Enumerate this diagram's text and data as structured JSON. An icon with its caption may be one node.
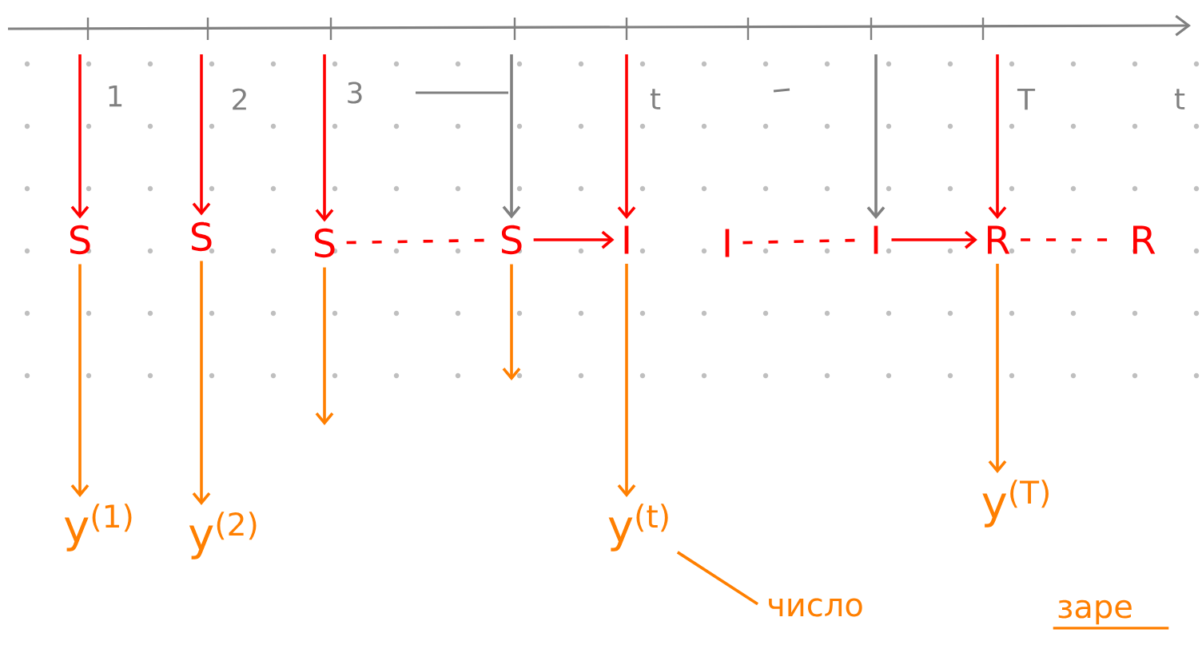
{
  "diagram": {
    "nodes": [
      {
        "text": [
          "S"
        ]
      },
      {
        "text": [
          "S"
        ]
      },
      {
        "text": [
          "S"
        ]
      },
      {
        "text": [
          "S"
        ]
      },
      {
        "text": [
          "I"
        ]
      },
      {
        "text": [
          "I"
        ]
      },
      {
        "text": [
          "I"
        ]
      },
      {
        "text": [
          "R"
        ]
      },
      {
        "text": [
          "R"
        ]
      },
      {
        "text": [
          "y$^{(1)}$"
        ]
      },
      {
        "text": [
          "y$^{(2)}$"
        ]
      },
      {
        "text": [
          "y$^{(t)}$"
        ]
      },
      {
        "text": [
          "y$^{(T)}$"
        ]
      },
      {
        "text": [
          "число"
        ]
      },
      {
        "text": [
          "заре"
        ]
      }
    ],
    "edges": [
      {
        "from": null,
        "to": 0,
        "arrow": "to",
        "color": "#ff0000"
      },
      {
        "from": null,
        "to": 1,
        "arrow": "to",
        "color": "#ff0000"
      },
      {
        "from": null,
        "to": 2,
        "arrow": "to",
        "color": "#ff0000"
      },
      {
        "from": null,
        "to": 3,
        "arrow": "to",
        "color": "#808080"
      },
      {
        "from": null,
        "to": 4,
        "arrow": "to",
        "color": "#ff0000"
      },
      {
        "from": null,
        "to": 6,
        "arrow": "to",
        "color": "#808080"
      },
      {
        "from": null,
        "to": 7,
        "arrow": "to",
        "color": "#ff0000"
      },
      {
        "from": 2,
        "to": 3,
        "arrow": "none",
        "style": "dashed",
        "color": "#ff0000"
      },
      {
        "from": 3,
        "to": 4,
        "arrow": "to",
        "color": "#ff0000"
      },
      {
        "from": 5,
        "to": 6,
        "arrow": "none",
        "style": "dashed",
        "color": "#ff0000"
      },
      {
        "from": 6,
        "to": 7,
        "arrow": "to",
        "color": "#ff0000"
      },
      {
        "from": 7,
        "to": 8,
        "arrow": "none",
        "style": "dashed",
        "color": "#ff0000"
      },
      {
        "from": 0,
        "to": 9,
        "arrow": "to",
        "color": "#ff7f00"
      },
      {
        "from": 1,
        "to": 10,
        "arrow": "to",
        "color": "#ff7f00"
      },
      {
        "from": 2,
        "to": null,
        "arrow": "to",
        "color": "#ff7f00"
      },
      {
        "from": 3,
        "to": null,
        "arrow": "to",
        "color": "#ff7f00"
      },
      {
        "from": 4,
        "to": 11,
        "arrow": "to",
        "color": "#ff7f00"
      },
      {
        "from": 7,
        "to": 12,
        "arrow": "to",
        "color": "#ff7f00"
      },
      {
        "from": 13,
        "to": 11,
        "arrow": "none",
        "color": "#ff7f00"
      }
    ],
    "labels": [
      "1",
      "2",
      "3",
      "t",
      "T",
      "t"
    ]
  }
}
